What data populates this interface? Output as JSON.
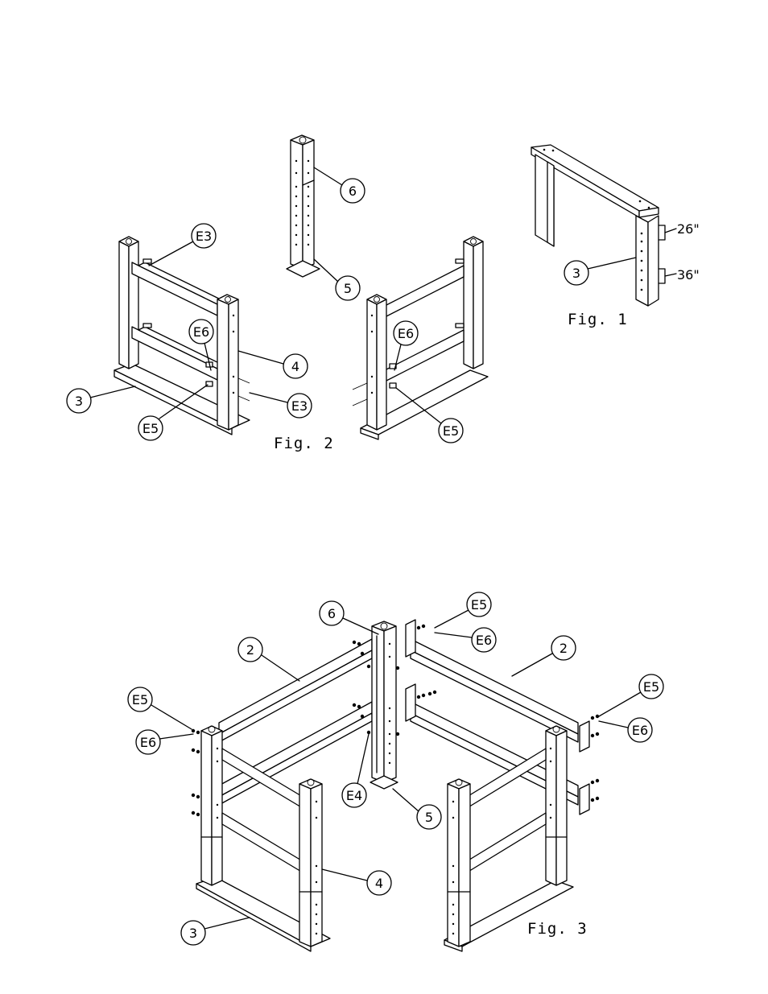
{
  "figures": {
    "fig1": {
      "caption": "Fig. 1",
      "callouts": [
        "3"
      ],
      "heights": [
        "26\"",
        "36\""
      ]
    },
    "fig2": {
      "caption": "Fig. 2",
      "callouts": [
        "6",
        "5",
        "E3",
        "E6",
        "4",
        "E3",
        "3",
        "E5",
        "E6",
        "E5"
      ]
    },
    "fig3": {
      "caption": "Fig. 3",
      "callouts": [
        "6",
        "E5",
        "E6",
        "2",
        "2",
        "E5",
        "E6",
        "E5",
        "E6",
        "E4",
        "5",
        "4",
        "3"
      ]
    }
  }
}
